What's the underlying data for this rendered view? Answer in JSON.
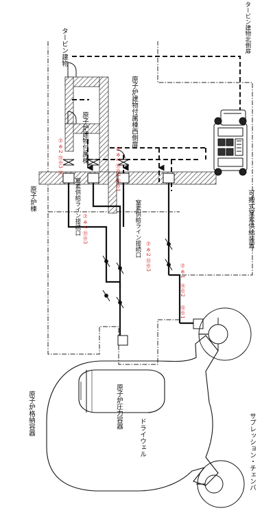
{
  "labels": {
    "turbine_north": "タービン建物北側扉",
    "turbine_bldg": "タービン建物",
    "aux_east": "原子炉建物付属棟",
    "aux_west_door": "原子炉建物付属棟西側扉",
    "reactor_bldg": "原子炉棟",
    "line_port_a": "窒素供給ライン接続口",
    "line_port_b": "窒素供給ライン接続口",
    "mobile_unit": "可搬式窒素供給装置",
    "containment": "原子炉格納容器",
    "rpv": "原子炉圧力容器",
    "drywell": "ドライウェル",
    "suppression": "サプレッション・チェンバ"
  },
  "route_marks": {
    "upper_left": "⑦※2 ⑪※3 ⑫",
    "upper_right": "⑦※2 ⑪※3 ⑫※1",
    "line_left": "⑦※2 ⑪※3",
    "line_right": "⑦※2 ⑪※3",
    "legend_1": "⑦※1",
    "legend_2": "⑪※2",
    "legend_3": "⑫※1"
  }
}
